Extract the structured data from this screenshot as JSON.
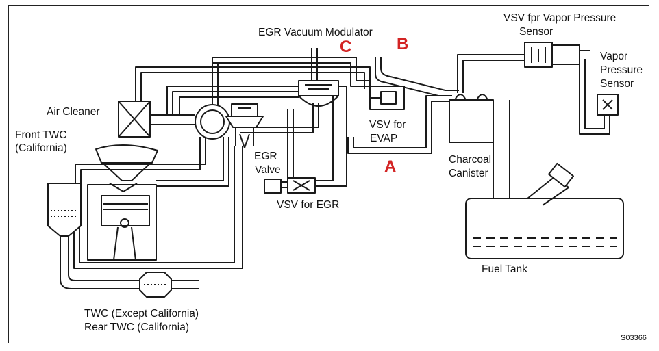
{
  "labels": {
    "egr_vacuum_modulator": "EGR Vacuum Modulator",
    "vsv_vapor_line1": "VSV fpr Vapor Pressure",
    "vsv_vapor_line2": "Sensor",
    "vapor_sensor_line1": "Vapor",
    "vapor_sensor_line2": "Pressure",
    "vapor_sensor_line3": "Sensor",
    "air_cleaner": "Air Cleaner",
    "front_twc_line1": "Front TWC",
    "front_twc_line2": "(California)",
    "egr_valve_line1": "EGR",
    "egr_valve_line2": "Valve",
    "vsv_evap_line1": "VSV for",
    "vsv_evap_line2": "EVAP",
    "charcoal_line1": "Charcoal",
    "charcoal_line2": "Canister",
    "vsv_egr": "VSV for EGR",
    "fuel_tank": "Fuel Tank",
    "twc_line1": "TWC (Except California)",
    "twc_line2": "Rear TWC (California)"
  },
  "markers": {
    "a": "A",
    "b": "B",
    "c": "C"
  },
  "figure_code": "S03366",
  "colors": {
    "line": "#1a1a1a",
    "marker": "#d32424"
  }
}
